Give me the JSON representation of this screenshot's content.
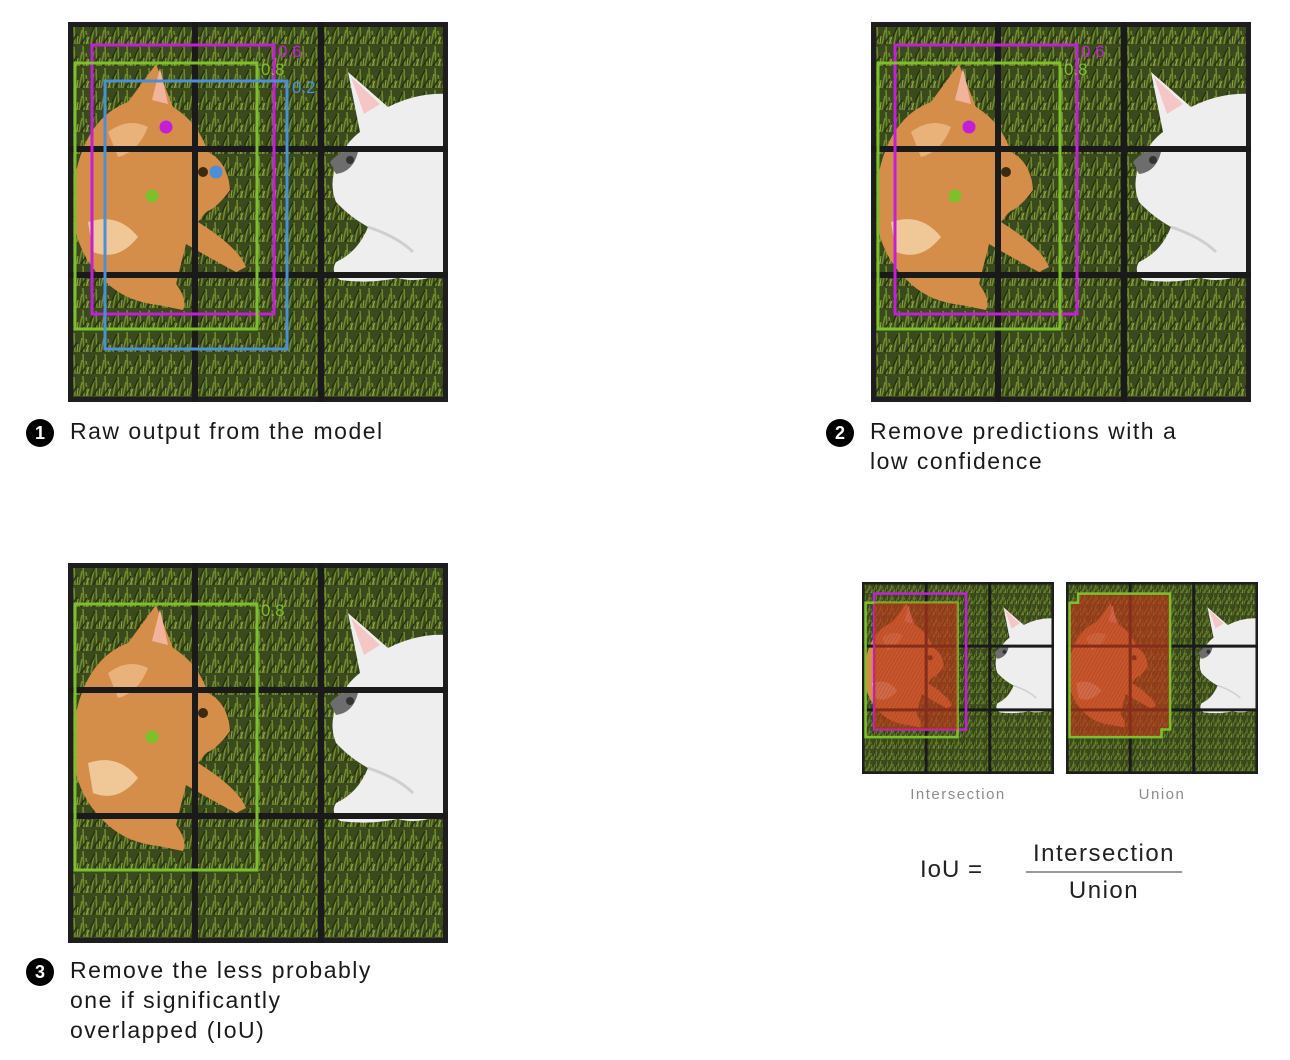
{
  "colors": {
    "magenta": "#c21fd6",
    "green": "#7cc02b",
    "blue": "#4a8fd8",
    "overlay_red": "#c0391b"
  },
  "panel1": {
    "labels": {
      "magenta": "0.6",
      "green": "0.8",
      "blue": "0.2"
    },
    "step_number": "1",
    "caption": "Raw output from the model"
  },
  "panel2": {
    "labels": {
      "magenta": "0.6",
      "green": "0.8"
    },
    "step_number": "2",
    "caption": "Remove predictions with a\nlow confidence"
  },
  "panel3": {
    "labels": {
      "green": "0.8"
    },
    "step_number": "3",
    "caption": "Remove the less probably\none if significantly\noverlapped (IoU)"
  },
  "iou_diagram": {
    "intersection_caption": "Intersection",
    "union_caption": "Union",
    "formula_lhs": "IoU  =",
    "formula_numerator": "Intersection",
    "formula_denominator": "Union"
  }
}
